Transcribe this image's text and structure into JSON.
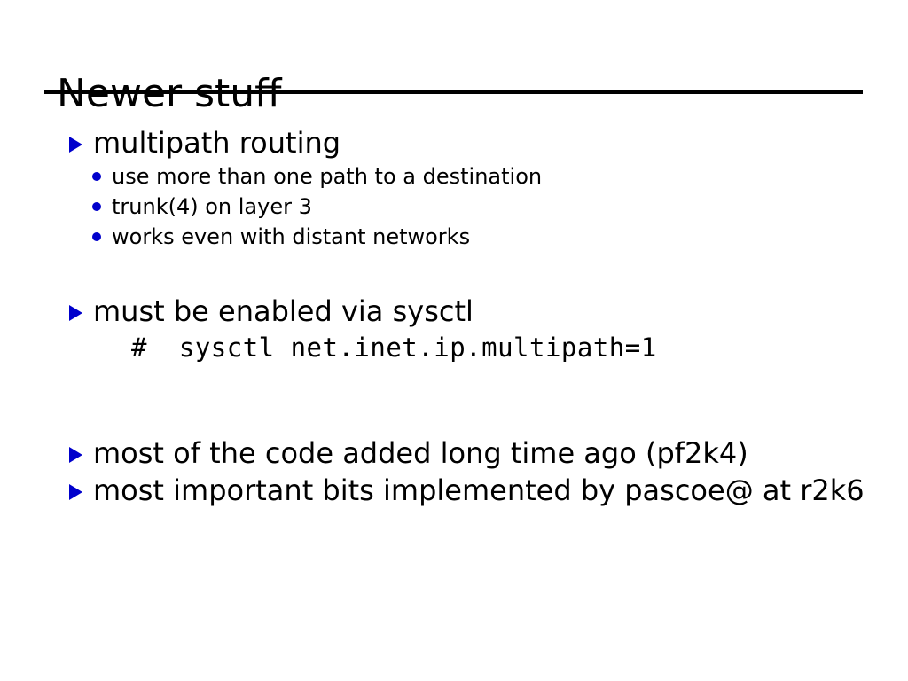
{
  "slide": {
    "title": "Newer stuff",
    "accent_color": "#0000CC",
    "text_color": "#000000",
    "background_color": "#FFFFFF",
    "rule_color": "#000000",
    "blocks": [
      {
        "type": "bullet-l1",
        "text": "multipath routing",
        "marker": "triangle-right-icon"
      },
      {
        "type": "bullet-l2",
        "text": "use more than one path to a destination",
        "marker": "dot-icon"
      },
      {
        "type": "bullet-l2",
        "text": "trunk(4) on layer 3",
        "marker": "dot-icon"
      },
      {
        "type": "bullet-l2",
        "text": "works even with distant networks",
        "marker": "dot-icon"
      },
      {
        "type": "bullet-l1",
        "text": "must be enabled via sysctl",
        "marker": "triangle-right-icon"
      },
      {
        "type": "code",
        "text": "#  sysctl net.inet.ip.multipath=1"
      },
      {
        "type": "bullet-l1",
        "text": "most of the code added long time ago (pf2k4)",
        "marker": "triangle-right-icon"
      },
      {
        "type": "bullet-l1",
        "text": "most important bits implemented by pascoe@ at r2k6",
        "marker": "triangle-right-icon"
      }
    ]
  }
}
